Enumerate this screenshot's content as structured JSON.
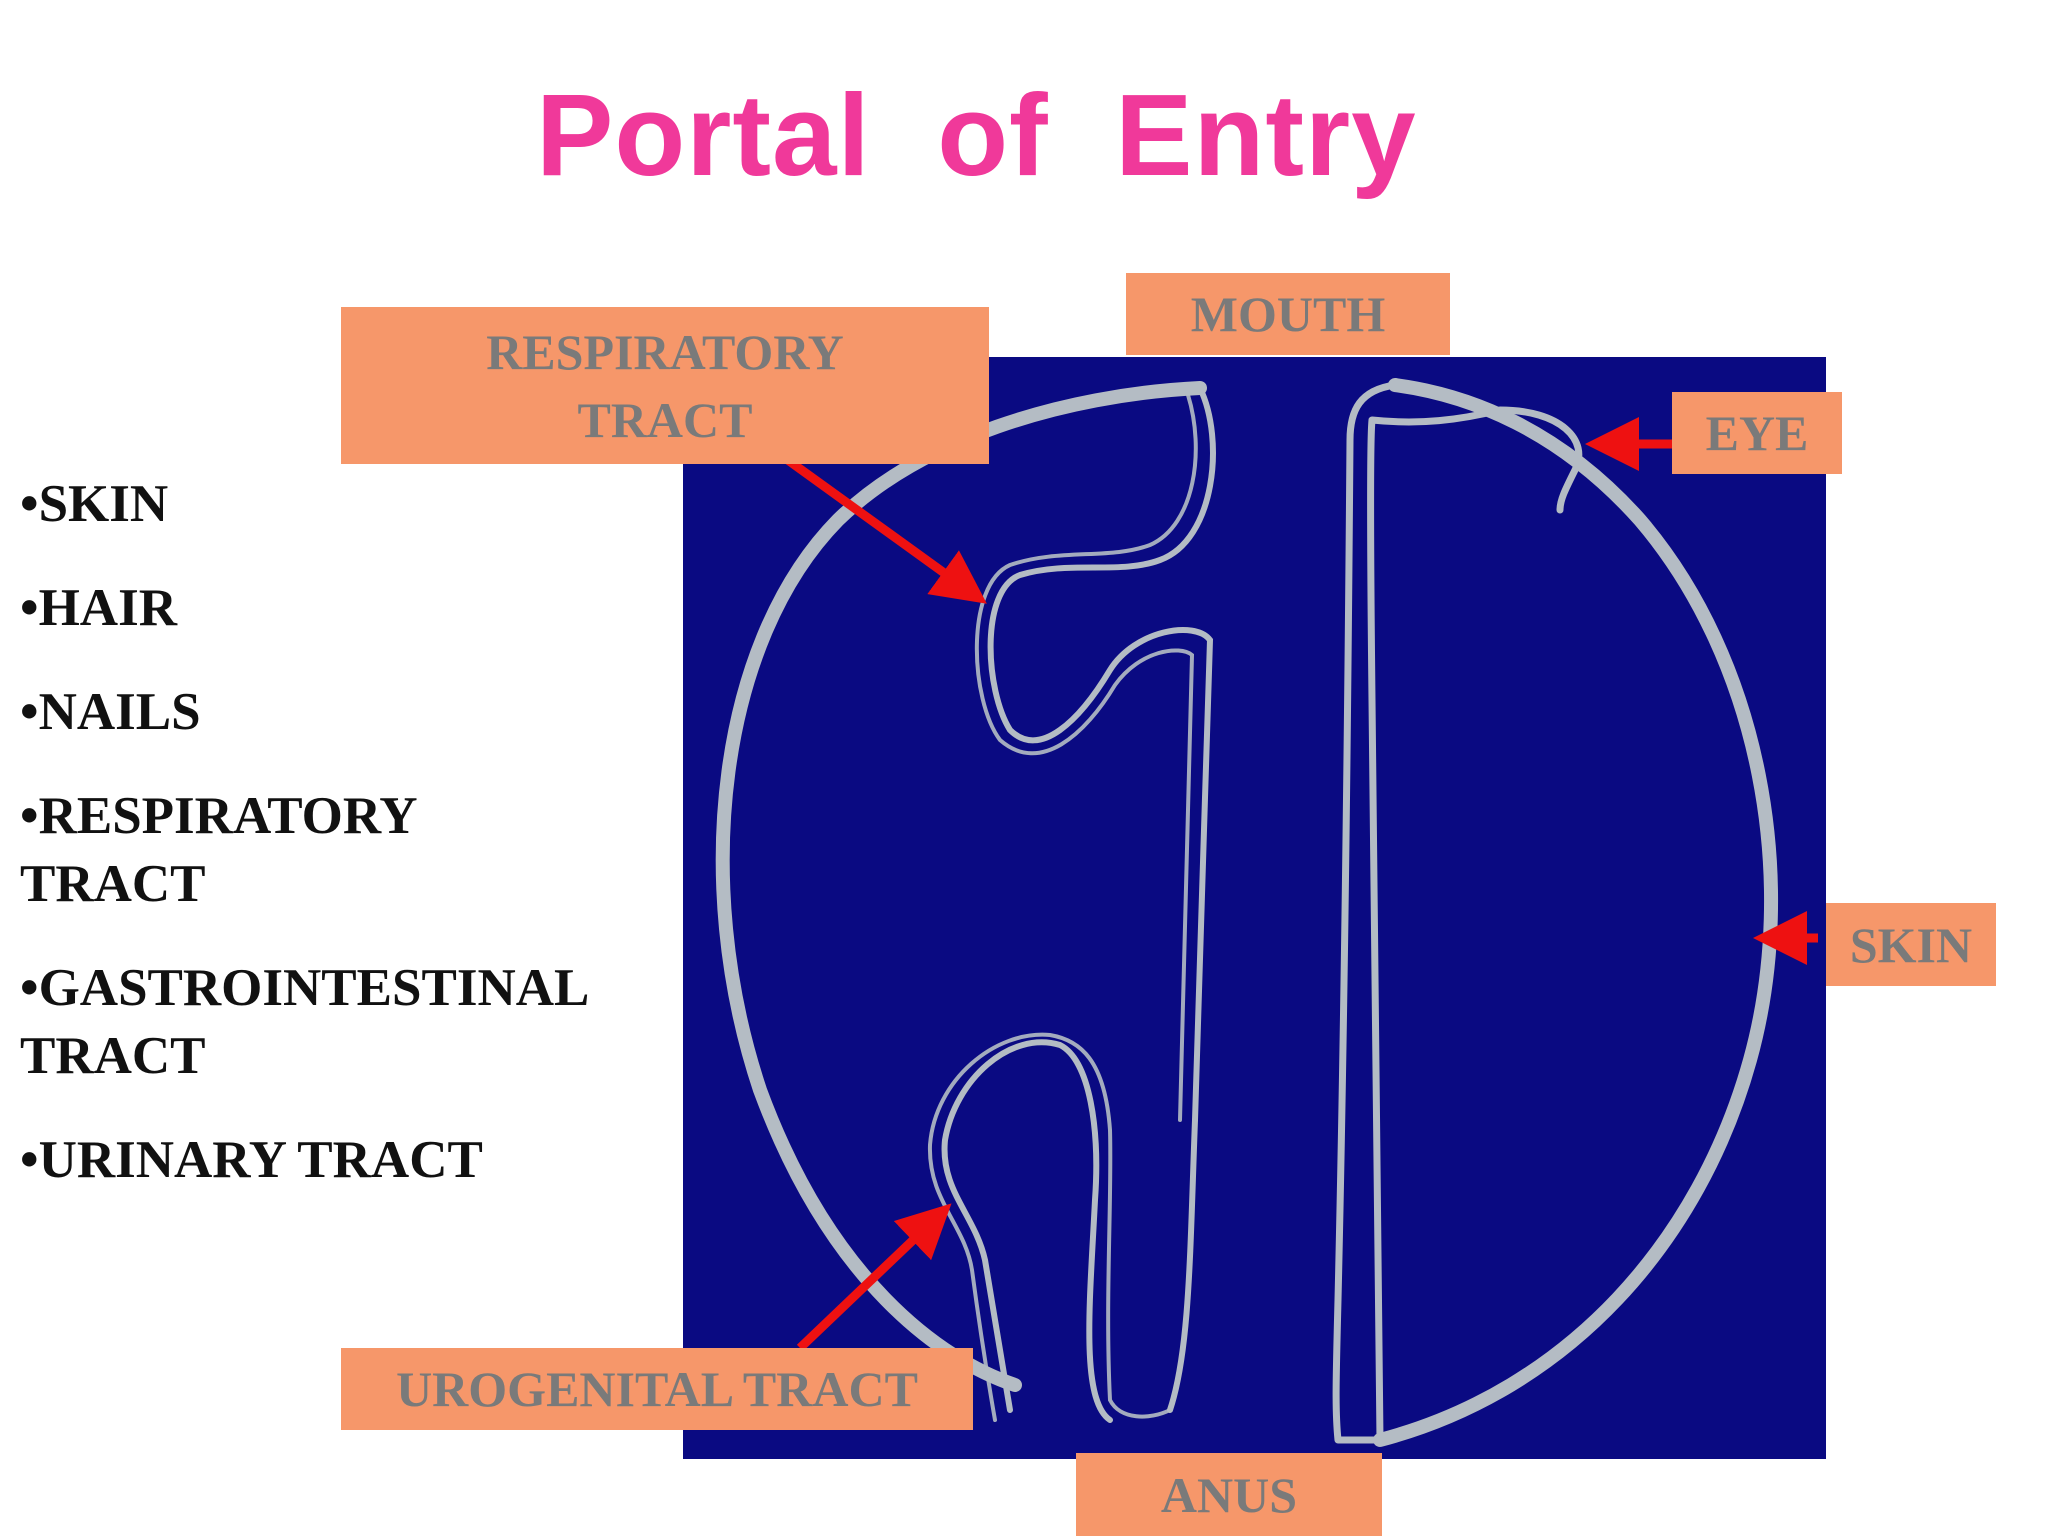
{
  "title": "Portal  of  Entry",
  "bullets": [
    "SKIN",
    "HAIR",
    "NAILS",
    "RESPIRATORY\nTRACT",
    "GASTROINTESTINAL\nTRACT",
    "URINARY TRACT"
  ],
  "labels": {
    "respiratory": "RESPIRATORY\nTRACT",
    "mouth": "MOUTH",
    "eye": "EYE",
    "skin": "SKIN",
    "urogenital": "UROGENITAL TRACT",
    "anus": "ANUS"
  },
  "colors": {
    "title": "#f0399a",
    "panel": "#0a0a82",
    "outline": "#b4bcc4",
    "label_fill": "#f6976a",
    "label_text": "#7a7a7a",
    "arrow": "#ee1111"
  }
}
